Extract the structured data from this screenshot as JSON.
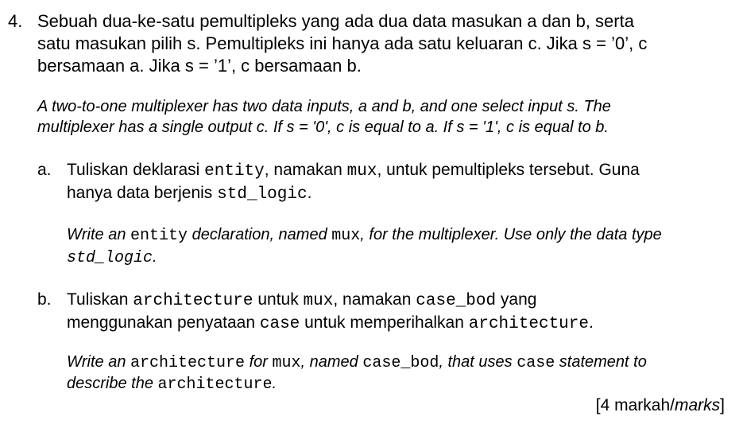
{
  "question": {
    "number": "4.",
    "malay_lines": [
      "Sebuah dua-ke-satu pemultipleks yang ada dua data masukan a dan b, serta",
      "satu masukan pilih s. Pemultipleks ini hanya ada satu keluaran c. Jika s = ’0’, c",
      "bersamaan a. Jika s = ’1’, c bersamaan b."
    ],
    "english_lines": [
      "A two-to-one multiplexer has two data inputs, a and b, and one select input s. The",
      "multiplexer has a single output c. If s = '0', c is equal to a. If s = '1', c is equal to b."
    ]
  },
  "part_a": {
    "label": "a.",
    "ms_1_pre": "Tuliskan deklarasi ",
    "ms_1_code1": "entity",
    "ms_1_mid": ", namakan ",
    "ms_1_code2": "mux",
    "ms_1_post": ", untuk pemultipleks tersebut. Guna",
    "ms_2_pre": "hanya data berjenis ",
    "ms_2_code": "std_logic",
    "ms_2_post": ".",
    "en_1_pre": "Write an ",
    "en_1_code1": "entity",
    "en_1_mid": " declaration, named ",
    "en_1_code2": "mux",
    "en_1_post": ", for the multiplexer. Use only the data type",
    "en_2_code": "std_logic",
    "en_2_post": "."
  },
  "part_b": {
    "label": "b.",
    "ms_1_pre": "Tuliskan ",
    "ms_1_code1": "architecture",
    "ms_1_mid": " untuk ",
    "ms_1_code2": "mux",
    "ms_1_mid2": ", namakan ",
    "ms_1_code3": "case_bod",
    "ms_1_post": " yang",
    "ms_2_pre": "menggunakan penyataan ",
    "ms_2_code1": "case",
    "ms_2_mid": " untuk memperihalkan ",
    "ms_2_code2": "architecture",
    "ms_2_post": ".",
    "en_1_pre": "Write an ",
    "en_1_code1": "architecture",
    "en_1_mid": " for ",
    "en_1_code2": "mux",
    "en_1_mid2": ", named ",
    "en_1_code3": "case_bod",
    "en_1_mid3": ", that uses ",
    "en_1_code4": "case",
    "en_1_post": " statement to",
    "en_2_pre": "describe the ",
    "en_2_code": "architecture",
    "en_2_post": "."
  },
  "marks": {
    "open": "[4 markah/",
    "en": "marks",
    "close": "]"
  }
}
